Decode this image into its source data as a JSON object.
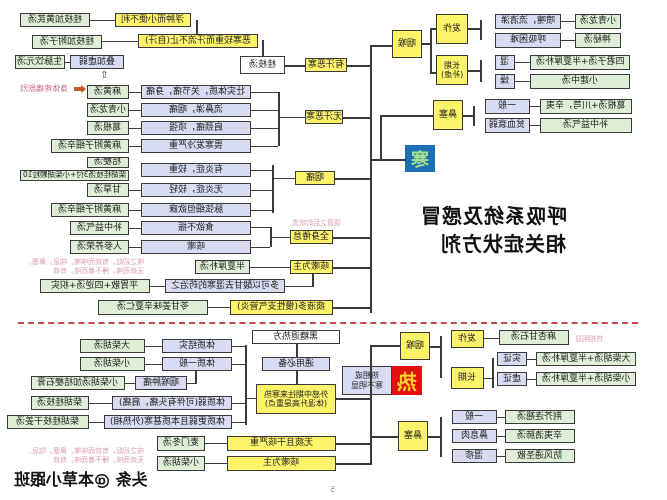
{
  "title": {
    "line1": "呼吸系统及感冒",
    "line2": "相关症状方剂"
  },
  "cold_section": {
    "badge": "寒",
    "throat": {
      "label": "咽喉",
      "onset": {
        "label": "发作",
        "symptoms": [
          {
            "text": "喷嚏，流清涕",
            "formula": "小青龙汤"
          },
          {
            "text": "呼吸困难",
            "formula": "神秘汤"
          }
        ]
      },
      "longterm": {
        "label": "长期\n(补虚)",
        "symptoms": [
          {
            "text": "湿",
            "formula": "四君子汤+半夏厚朴汤"
          },
          {
            "text": "燥",
            "formula": "小建中汤"
          }
        ]
      }
    },
    "nose": {
      "label": "鼻塞",
      "symptoms": [
        {
          "text": "一般",
          "formula": "葛根汤+川芎，辛夷"
        },
        {
          "text": "贫血衰弱",
          "formula": "补中益气汤"
        }
      ]
    },
    "sweat_free": {
      "label": "无汗恶寒",
      "symptoms": [
        {
          "text": "壮实体质，关节痛，身痛",
          "formula": "麻黄汤"
        },
        {
          "text": "流鼻涕，咽痛",
          "formula": "小青龙汤"
        },
        {
          "text": "肩颈痛，项强",
          "formula": "葛根汤"
        },
        {
          "text": "畏寒发冷严重",
          "formula": "麻黄附子细辛汤"
        }
      ],
      "note_arrow": "身体疼痛剧烈",
      "upgrade_box": "葛根汤加",
      "upgrade_formula": "桂枝汤"
    },
    "sweating": {
      "label": "有汗恶寒",
      "parent": "桂枝汤",
      "branches": [
        {
          "text": "恶寒较重而汗流不止(自汗)",
          "formula": "桂枝加附子汤"
        },
        {
          "text": "浮肿而小便不利",
          "formula": "桂枝加黄芪汤"
        }
      ],
      "extra": {
        "text": "叠加虚弱",
        "formula": "生脉饮元汤"
      }
    },
    "throat_pain": {
      "label": "咽痛",
      "symptoms": [
        {
          "text": "有炎症，较重",
          "formulas": [
            "桔梗汤",
            "柴胡桂枝汤3付+小柴胡颗粒10"
          ]
        },
        {
          "text": "无炎症，较轻",
          "formula": "甘草汤"
        },
        {
          "text": "脉弦细但欲寐",
          "formula": "麻黄附子细辛汤"
        }
      ]
    },
    "fatigue": {
      "label": "全身倦怠",
      "note": "感冒之后的状态",
      "symptoms": [
        {
          "text": "食欲不振",
          "formula": "补中益气汤"
        },
        {
          "text": "咳嗽",
          "formula": "人参养荣汤"
        }
      ]
    },
    "cough": {
      "label": "咳嗽为主",
      "formula": "半夏厚朴汤",
      "note": "咳之初起，有痰而咳嗽，喘息，鼻塞，\n无痰而咳，睡不着而咳，有痰",
      "sub": {
        "text": "多可以酸甘去湿寒的药治之",
        "formula": "平胃散+四逆汤+枳实"
      }
    },
    "phlegm": {
      "label": "痰液多(慢性支气管炎)",
      "formula": "苓甘姜味辛夏仁汤"
    }
  },
  "heat_section": {
    "badge": "热",
    "badge_desc": "热相或\n寒不明显",
    "throat": {
      "label": "咽喉",
      "onset": {
        "label": "发作",
        "formula": "麻杏甘石汤",
        "note": "热相明显"
      },
      "longterm": {
        "label": "长期",
        "symptoms": [
          {
            "text": "实证",
            "formula": "大柴胡汤+半夏厚朴汤"
          },
          {
            "text": "虚证",
            "formula": "小柴胡汤+半夏厚朴汤"
          }
        ]
      }
    },
    "nose": {
      "label": "鼻塞",
      "symptoms": [
        {
          "text": "一般",
          "formula": "荆芥连翘汤"
        },
        {
          "text": "鼻息肉",
          "formula": "辛夷清肺汤"
        },
        {
          "text": "湿疹",
          "formula": "防风通圣散"
        }
      ]
    },
    "mid_stage": {
      "label": "外感中期往来寒热\n(体温升高是重点)",
      "required": "通用必备",
      "formula_top": "黑糖退热方",
      "symptoms": [
        {
          "text": "体质结实",
          "formula": "大柴胡汤"
        },
        {
          "text": "体质一般",
          "formula": "小柴胡汤"
        },
        {
          "text": "咽喉肿痛",
          "formula": "小柴胡汤加桔梗石膏"
        },
        {
          "text": "体质弱(可伴有头痛，肩痛)",
          "formula": "柴胡桂枝汤"
        },
        {
          "text": "体质更弱且本质甚寒(外热相)",
          "formula": "柴胡桂枝干姜汤"
        }
      ]
    },
    "dry_cough": {
      "label": "无痰且干咳严重",
      "formula": "麦门冬汤"
    },
    "cough": {
      "label": "咳嗽为主",
      "formula": "小柴胡汤"
    },
    "note": "咳之初起，有痰而咳嗽，鼻塞，喘息，\n无痰而咳，睡不着而咳，有痰"
  },
  "footer": {
    "watermark": "头条 @本草小跟班",
    "page": "5"
  },
  "colors": {
    "yellow_node": "#fdf46b",
    "blue_node": "#d7dcf2",
    "green_node": "#dfeed6",
    "cold_badge": "#1b6fb3",
    "hot_badge": "#e01010",
    "divider": "#c0474f"
  }
}
